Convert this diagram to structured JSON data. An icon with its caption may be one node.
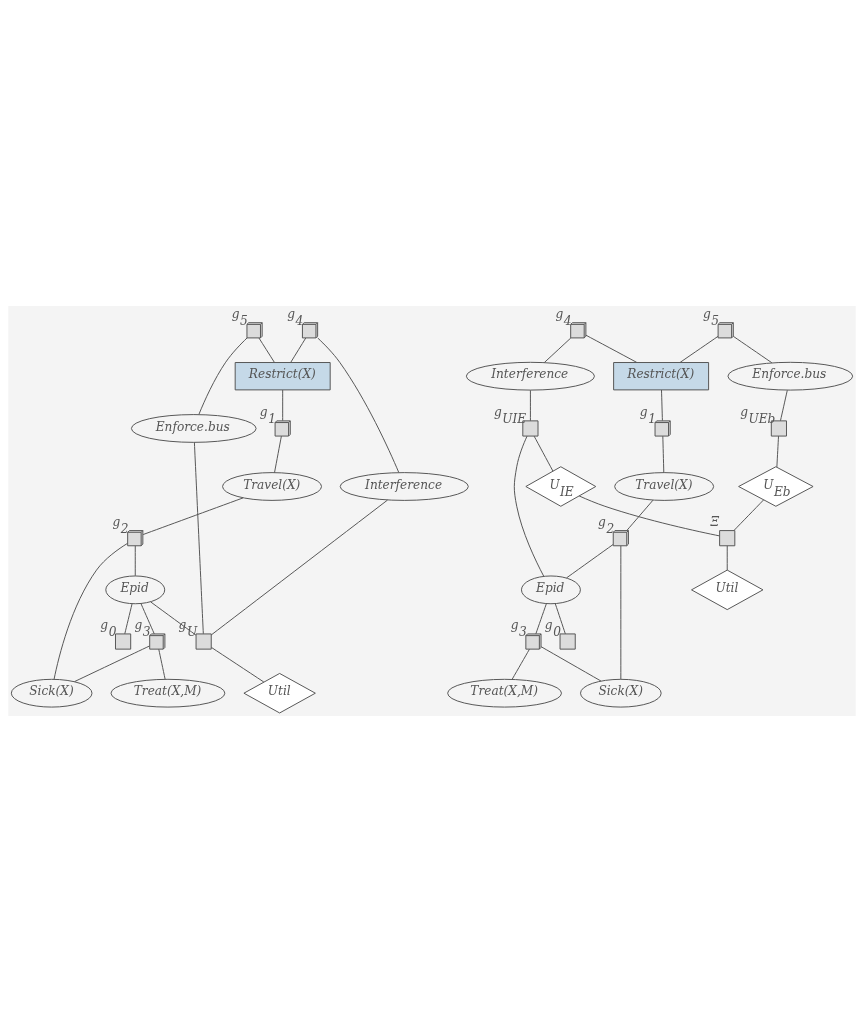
{
  "diagram": {
    "nodes": [
      {
        "text": [],
        "shape": "stack",
        "beside": [
          "g$_{5}$"
        ]
      },
      {
        "text": [
          "Enforce.bus"
        ]
      },
      {
        "text": [],
        "shape": "stack",
        "beside": [
          "g$_{4}$"
        ]
      },
      {
        "text": [
          "Interference"
        ]
      },
      {
        "text": [
          "Restrict(X)"
        ]
      },
      {
        "text": [],
        "shape": "box",
        "beside": [
          "g$_{U}$"
        ]
      },
      {
        "text": [
          "Util"
        ]
      },
      {
        "text": [
          "Epid"
        ]
      },
      {
        "text": [],
        "shape": "box",
        "beside": [
          "g$_{0}$"
        ]
      },
      {
        "text": [],
        "shape": "stack",
        "beside": [
          "g$_{1}$"
        ]
      },
      {
        "text": [
          "Travel(X)"
        ]
      },
      {
        "text": [],
        "shape": "stack",
        "beside": [
          "g$_{2}$"
        ]
      },
      {
        "text": [],
        "shape": "stack",
        "beside": [
          "g$_{3}$"
        ]
      },
      {
        "text": [
          "Treat(X,M)"
        ]
      },
      {
        "text": [
          "Sick(X)"
        ]
      },
      {
        "text": [],
        "shape": "stack",
        "beside": [
          "g$_{5}$"
        ]
      },
      {
        "text": [
          "Enforce.bus"
        ]
      },
      {
        "text": [],
        "shape": "box",
        "beside": [
          "g$_{UEb}$"
        ]
      },
      {
        "text": [],
        "shape": "stack",
        "beside": [
          "g$_{4}$"
        ]
      },
      {
        "text": [
          "Interference"
        ]
      },
      {
        "text": [
          "U$_{Eb}$"
        ]
      },
      {
        "text": [
          "Restrict(X)"
        ]
      },
      {
        "text": [],
        "shape": "box",
        "beside": [
          "g$_{UIE}$"
        ]
      },
      {
        "text": [
          "U$_{IE}$"
        ]
      },
      {
        "text": [],
        "shape": "box",
        "beside": [
          "Ξ"
        ]
      },
      {
        "text": [
          "Epid"
        ]
      },
      {
        "text": [],
        "shape": "box",
        "beside": [
          "g$_{0}$"
        ]
      },
      {
        "text": [
          "Util"
        ]
      },
      {
        "text": [],
        "shape": "stack",
        "beside": [
          "g$_{1}$"
        ]
      },
      {
        "text": [
          "Travel(X)"
        ]
      },
      {
        "text": [],
        "shape": "stack",
        "beside": [
          "g$_{2}$"
        ]
      },
      {
        "text": [],
        "shape": "stack",
        "beside": [
          "g$_{3}$"
        ]
      },
      {
        "text": [
          "Treat(X,M)"
        ]
      },
      {
        "text": [
          "Sick(X)"
        ]
      }
    ],
    "edges": [
      {
        "from": 0,
        "to": 1,
        "arrow": "none"
      },
      {
        "from": 0,
        "to": 4,
        "arrow": "none"
      },
      {
        "from": 2,
        "to": 3,
        "arrow": "none"
      },
      {
        "from": 2,
        "to": 4,
        "arrow": "none"
      },
      {
        "from": 1,
        "to": 5,
        "arrow": "none"
      },
      {
        "from": 3,
        "to": 5,
        "arrow": "none"
      },
      {
        "from": 7,
        "to": 5,
        "arrow": "none"
      },
      {
        "from": 5,
        "to": 6,
        "arrow": "none"
      },
      {
        "from": 7,
        "to": 8,
        "arrow": "none"
      },
      {
        "from": 4,
        "to": 9,
        "arrow": "none"
      },
      {
        "from": 9,
        "to": 10,
        "arrow": "none"
      },
      {
        "from": 10,
        "to": 11,
        "arrow": "none"
      },
      {
        "from": 11,
        "to": 7,
        "arrow": "none"
      },
      {
        "from": 11,
        "to": 14,
        "arrow": "none"
      },
      {
        "from": 7,
        "to": 12,
        "arrow": "none"
      },
      {
        "from": 12,
        "to": 14,
        "arrow": "none"
      },
      {
        "from": 12,
        "to": 13,
        "arrow": "none"
      },
      {
        "from": 15,
        "to": 16,
        "arrow": "none"
      },
      {
        "from": 15,
        "to": 21,
        "arrow": "none"
      },
      {
        "from": 16,
        "to": 17,
        "arrow": "none"
      },
      {
        "from": 17,
        "to": 20,
        "arrow": "none"
      },
      {
        "from": 18,
        "to": 19,
        "arrow": "none"
      },
      {
        "from": 18,
        "to": 21,
        "arrow": "none"
      },
      {
        "from": 19,
        "to": 22,
        "arrow": "none"
      },
      {
        "from": 22,
        "to": 23,
        "arrow": "none"
      },
      {
        "from": 22,
        "to": 25,
        "arrow": "none"
      },
      {
        "from": 23,
        "to": 24,
        "arrow": "none"
      },
      {
        "from": 20,
        "to": 24,
        "arrow": "none"
      },
      {
        "from": 24,
        "to": 27,
        "arrow": "none"
      },
      {
        "from": 25,
        "to": 26,
        "arrow": "none"
      },
      {
        "from": 21,
        "to": 28,
        "arrow": "none"
      },
      {
        "from": 28,
        "to": 29,
        "arrow": "none"
      },
      {
        "from": 29,
        "to": 30,
        "arrow": "none"
      },
      {
        "from": 30,
        "to": 25,
        "arrow": "none"
      },
      {
        "from": 30,
        "to": 33,
        "arrow": "none"
      },
      {
        "from": 25,
        "to": 31,
        "arrow": "none"
      },
      {
        "from": 31,
        "to": 33,
        "arrow": "none"
      },
      {
        "from": 31,
        "to": 32,
        "arrow": "none"
      }
    ]
  }
}
